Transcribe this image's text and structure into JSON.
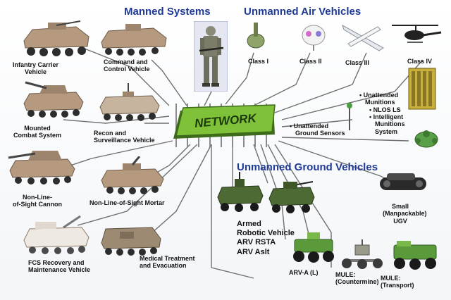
{
  "headers": {
    "manned": "Manned Systems",
    "uav": "Unmanned Air Vehicles",
    "ugv": "Unmanned Ground Vehicles"
  },
  "network": {
    "label": "NETWORK"
  },
  "manned_systems": {
    "infantry_carrier": [
      "Infantry Carrier",
      "Vehicle"
    ],
    "command_control": [
      "Command and",
      "Control Vehicle"
    ],
    "mounted_combat": [
      "Mounted",
      "Combat System"
    ],
    "recon": [
      "Recon and",
      "Surveillance Vehicle"
    ],
    "nlos_cannon": [
      "Non-Line-",
      "of-Sight Cannon"
    ],
    "nlos_mortar": "Non-Line-of-Sight Mortar",
    "recovery": [
      "FCS Recovery and",
      "Maintenance Vehicle"
    ],
    "medical": [
      "Medical Treatment",
      "and Evacuation"
    ]
  },
  "uav_classes": [
    "Class I",
    "Class II",
    "Class III",
    "Class IV"
  ],
  "sensors": {
    "unattended_munitions": [
      "Unattended",
      "Munitions"
    ],
    "nlos_ls": "NLOS LS",
    "intelligent": [
      "Intelligent",
      "Munitions",
      "System"
    ],
    "ground_sensors": [
      "Unattended",
      "Ground Sensors"
    ]
  },
  "ugv": {
    "arv": [
      "Armed",
      "Robotic Vehicle",
      "ARV RSTA",
      "ARV Aslt"
    ],
    "small_ugv": [
      "Small",
      "(Manpackable)",
      "UGV"
    ],
    "arv_a_l": "ARV-A (L)",
    "mule_countermine": [
      "MULE:",
      "(Countermine)"
    ],
    "mule_transport": [
      "MULE:",
      "(Transport)"
    ]
  },
  "colors": {
    "header_blue": "#1f3a96",
    "chip_green": "#7fc23a",
    "chip_dark": "#3d6b1a",
    "link_line": "#707070",
    "vehicle_tan": "#b59a80",
    "robot_green": "#5a9a3a"
  }
}
